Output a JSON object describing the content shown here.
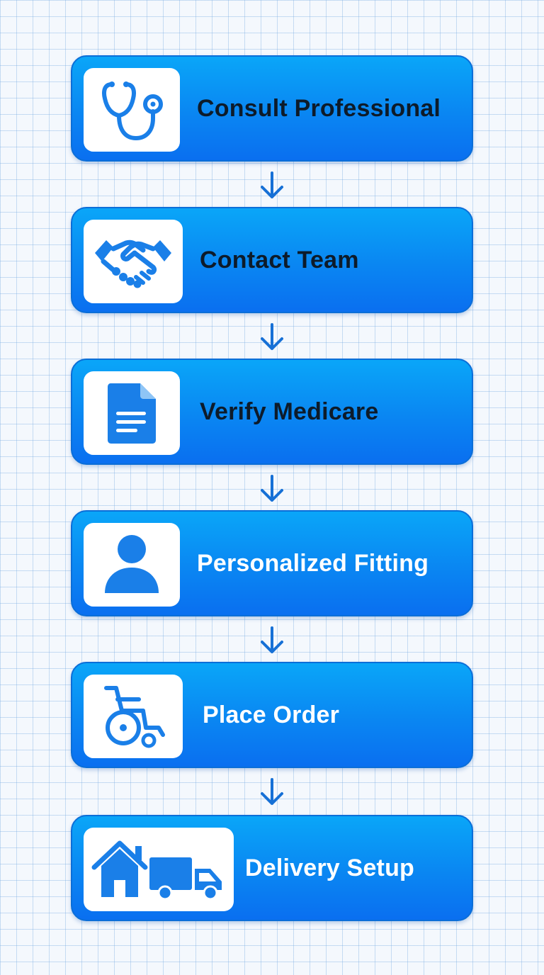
{
  "steps": [
    {
      "label": "Consult Professional",
      "icon": "stethoscope-icon"
    },
    {
      "label": "Contact Team",
      "icon": "handshake-icon"
    },
    {
      "label": "Verify Medicare",
      "icon": "document-icon"
    },
    {
      "label": "Personalized Fitting",
      "icon": "person-icon"
    },
    {
      "label": "Place Order",
      "icon": "wheelchair-icon"
    },
    {
      "label": "Delivery Setup",
      "icon": "house-truck-icon"
    }
  ],
  "colors": {
    "card_top": "#0aa6f8",
    "card_bottom": "#0a6ff0",
    "icon": "#1a7fe8",
    "arrow": "#1670d6",
    "dark_text": "#0d1b2a",
    "light_text": "#ffffff"
  }
}
